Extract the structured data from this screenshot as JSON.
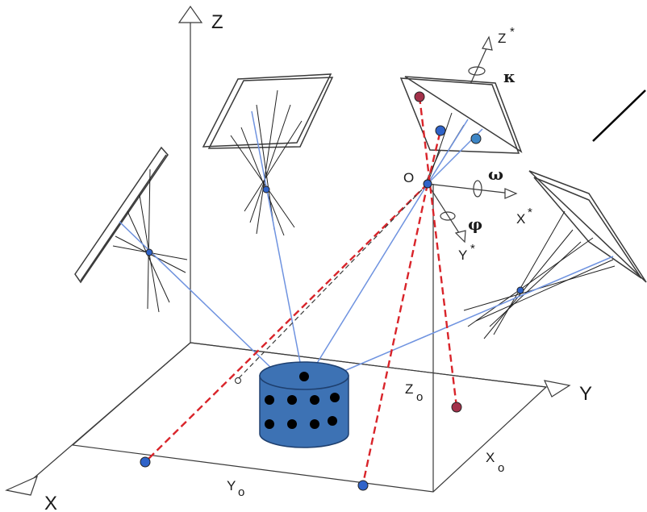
{
  "labels": {
    "axis_x": "X",
    "axis_y": "Y",
    "axis_z": "Z",
    "x_star": "X",
    "y_star": "Y",
    "z_star": "Z",
    "star": "*",
    "origin": "O",
    "kappa": "κ",
    "omega": "ω",
    "phi": "φ",
    "z0": "Z",
    "x0": "X",
    "y0": "Y",
    "sub0": "o"
  },
  "colors": {
    "ray_blue": "#6f93e0",
    "ray_red": "#d9242a",
    "object_fill": "#3d72b4",
    "object_stroke": "#1e3f6e",
    "point_blue": "#2f63c9",
    "point_red": "#a3314a",
    "point_teal": "#3d86c6",
    "line": "#3a3a3a"
  },
  "icons": {
    "arrow_head": "open-triangle-arrow",
    "rotation": "ellipse-rotation-marker"
  }
}
